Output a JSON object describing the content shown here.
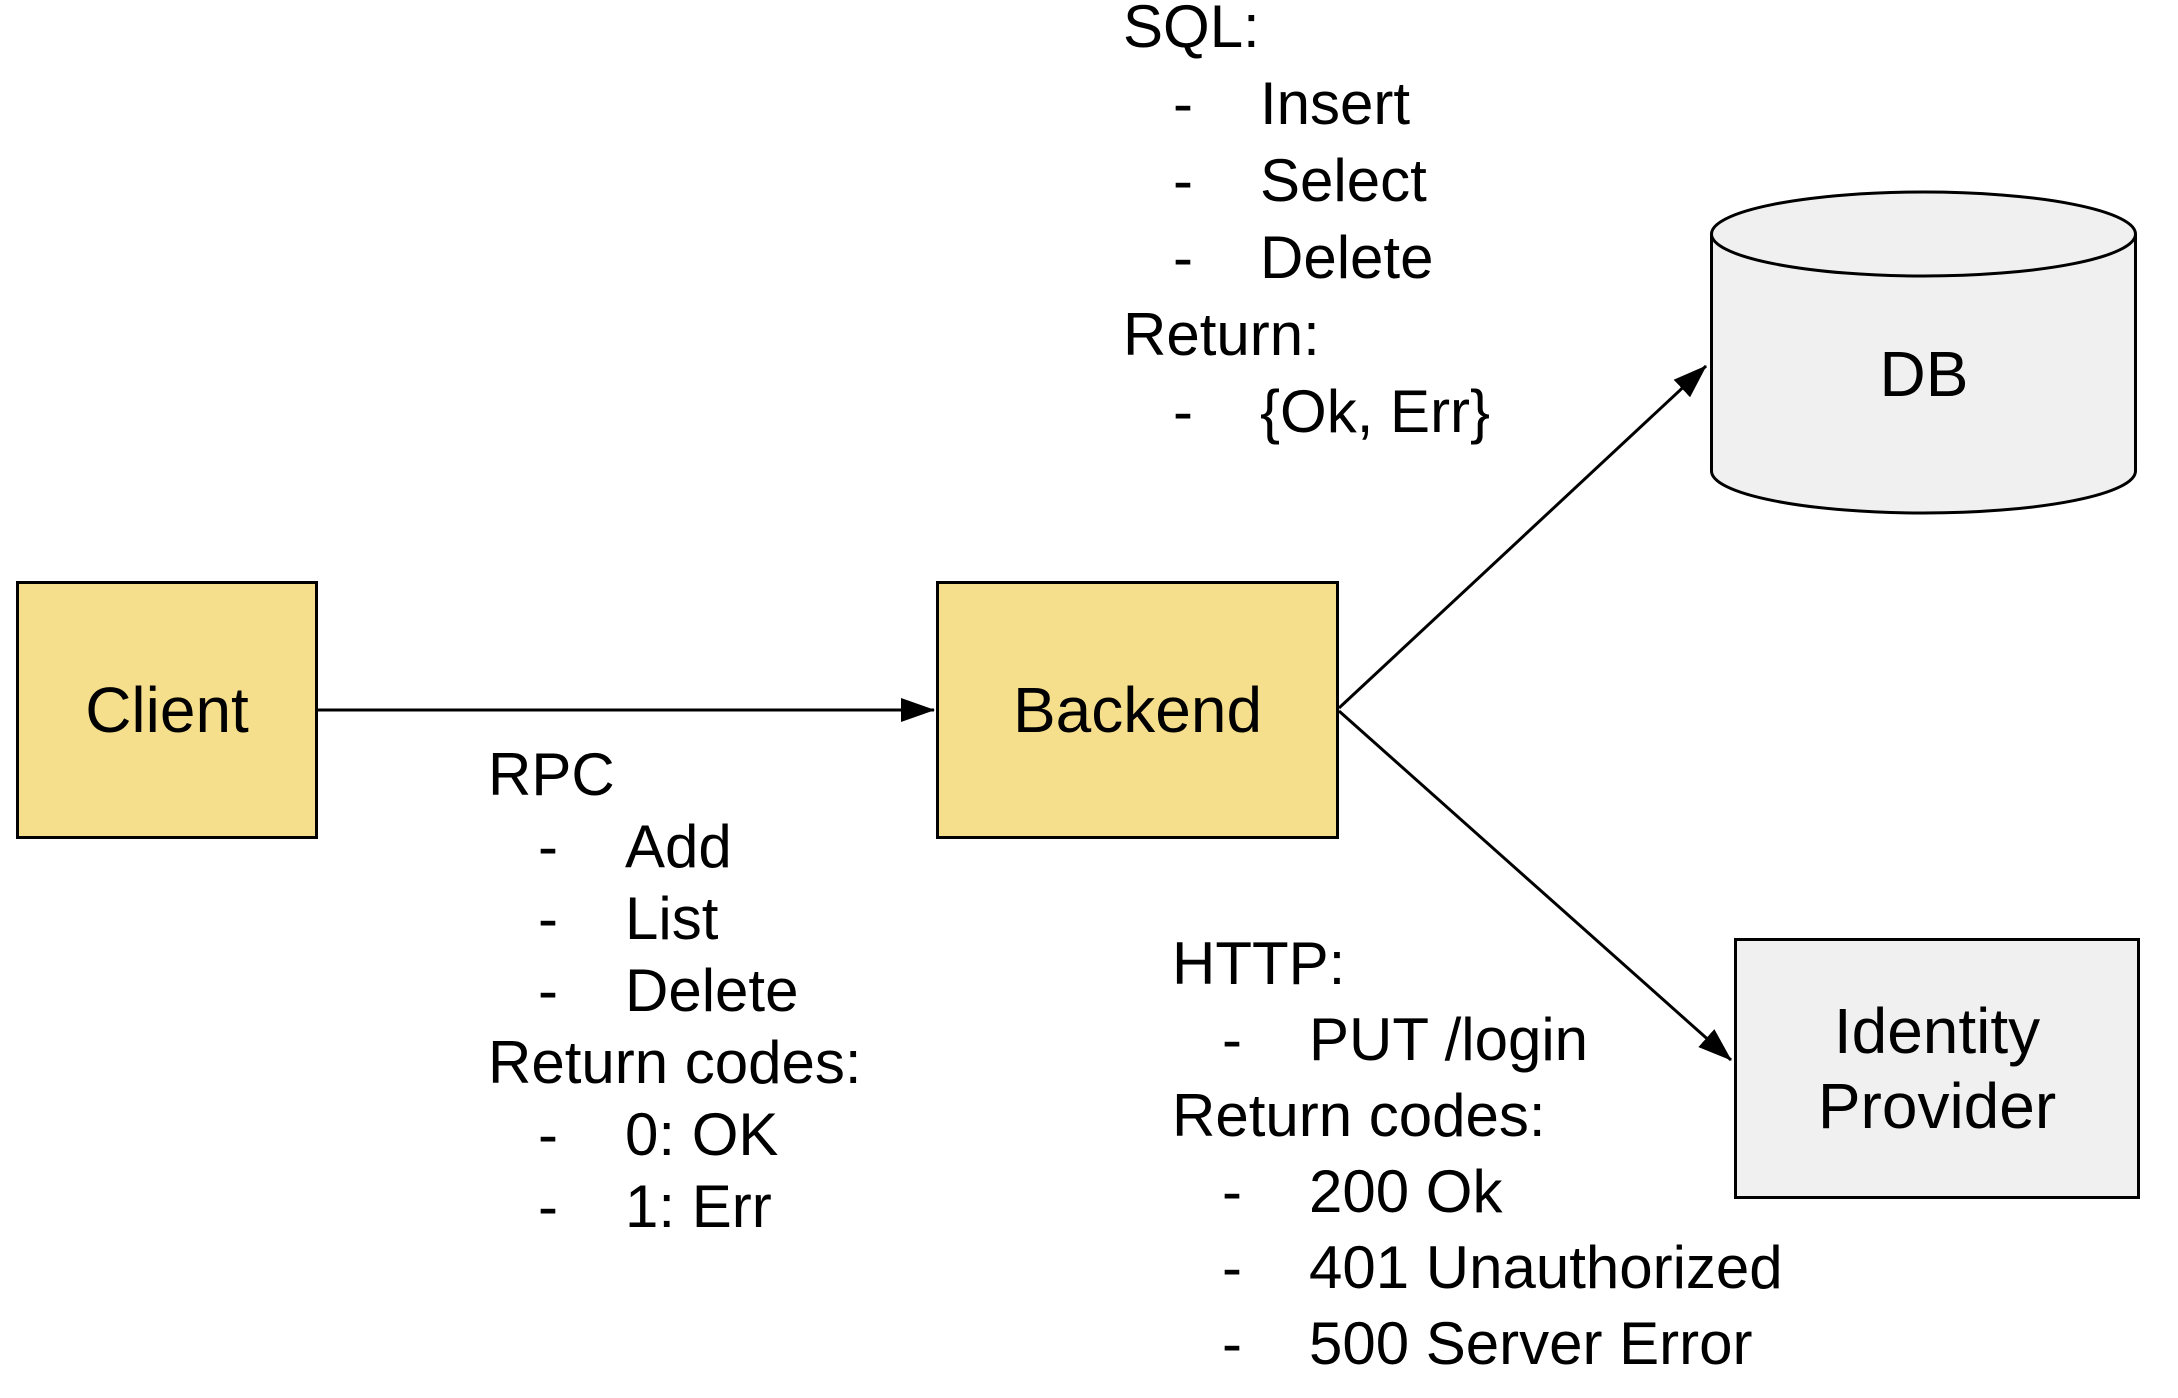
{
  "diagram": {
    "background_color": "#ffffff",
    "text_color": "#000000",
    "bullet": "-",
    "nodes": {
      "client": {
        "label": "Client",
        "fill": "#f6df8c",
        "stroke": "#000000",
        "shape": "rectangle"
      },
      "backend": {
        "label": "Backend",
        "fill": "#f6df8c",
        "stroke": "#000000",
        "shape": "rectangle"
      },
      "db": {
        "label": "DB",
        "fill": "#f0f0f0",
        "stroke": "#000000",
        "shape": "cylinder"
      },
      "identity_provider": {
        "label_lines": [
          "Identity",
          "Provider"
        ],
        "fill": "#f0f0f0",
        "stroke": "#000000",
        "shape": "rectangle"
      }
    },
    "edges": [
      {
        "from": "Client",
        "to": "Backend",
        "annotation": "rpc"
      },
      {
        "from": "Backend",
        "to": "DB",
        "annotation": "sql"
      },
      {
        "from": "Backend",
        "to": "Identity Provider",
        "annotation": "http"
      }
    ],
    "annotations": {
      "rpc": {
        "title": "RPC",
        "items": [
          "Add",
          "List",
          "Delete"
        ],
        "return_title": "Return codes:",
        "return_items": [
          "0: OK",
          "1: Err"
        ]
      },
      "sql": {
        "title": "SQL:",
        "items": [
          "Insert",
          "Select",
          "Delete"
        ],
        "return_title": "Return:",
        "return_items": [
          "{Ok, Err}"
        ]
      },
      "http": {
        "title": "HTTP:",
        "items": [
          "PUT /login"
        ],
        "return_title": "Return codes:",
        "return_items": [
          "200 Ok",
          "401 Unauthorized",
          "500 Server Error"
        ]
      }
    }
  }
}
